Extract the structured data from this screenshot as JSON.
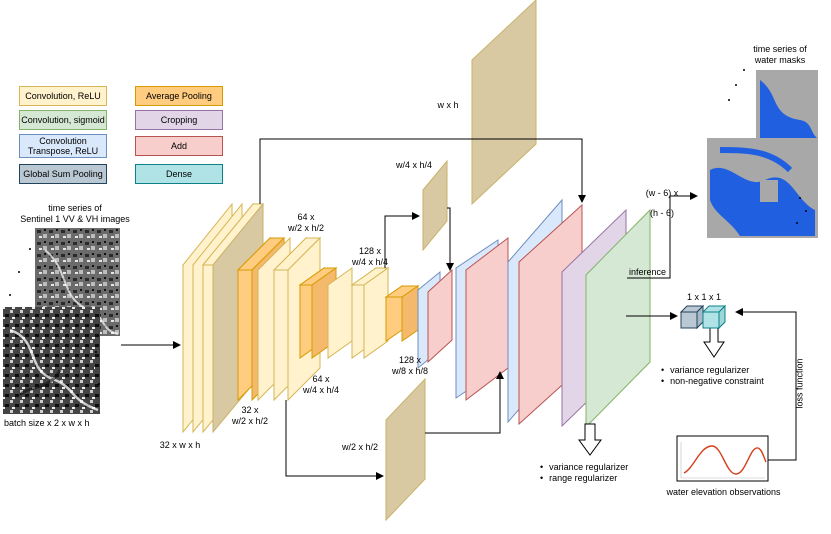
{
  "legend": {
    "conv_relu": "Convolution, ReLU",
    "conv_sigmoid": "Convolution, sigmoid",
    "conv_transpose_line1": "Convolution",
    "conv_transpose_line2": "Transpose, ReLU",
    "global_sum_pooling": "Global Sum Pooling",
    "average_pooling": "Average Pooling",
    "cropping": "Cropping",
    "add": "Add",
    "dense": "Dense"
  },
  "colors": {
    "conv_relu": "#fff2cc",
    "conv_relu_border": "#d6b656",
    "conv_sigmoid": "#d5e8d4",
    "conv_sigmoid_border": "#82b366",
    "conv_transpose": "#dae8fc",
    "conv_transpose_border": "#6c8ebf",
    "global_sum_pooling": "#bac8d3",
    "global_sum_pooling_border": "#23445d",
    "average_pooling": "#ffcc80",
    "average_pooling_border": "#d79b00",
    "cropping": "#e1d5e7",
    "cropping_border": "#9673a6",
    "add": "#f8cecc",
    "add_border": "#b85450",
    "dense": "#b0e3e6",
    "dense_border": "#0e8088",
    "skip_plane": "#d9c9a3",
    "skip_plane_border": "#c9b26a"
  },
  "input": {
    "title_line1": "time series of",
    "title_line2": "Sentinel 1 VV & VH images",
    "batch_label": "batch size x 2 x w x h"
  },
  "output": {
    "title_line1": "time series of",
    "title_line2": "water masks",
    "dim_line1": "(w - 6) x",
    "dim_line2": "(h - 6)",
    "inference_label": "inference"
  },
  "dims": {
    "d1": "32 x w x h",
    "d2_line1": "32 x",
    "d2_line2": "w/2 x h/2",
    "d3_line1": "64 x",
    "d3_line2": "w/2 x h/2",
    "d4_line1": "64 x",
    "d4_line2": "w/4 x h/4",
    "d5_line1": "128 x",
    "d5_line2": "w/4 x h/4",
    "d6_line1": "128 x",
    "d6_line2": "w/8 x h/8",
    "skip_wh": "w x h",
    "skip_w4h4": "w/4 x h/4",
    "skip_w2h2": "w/2 x h/2",
    "dense_dim": "1 x 1 x 1"
  },
  "regularizers": {
    "bottom": [
      "variance regularizer",
      "range regularizer"
    ],
    "right": [
      "variance regularizer",
      "non-negative constraint"
    ]
  },
  "loss": {
    "label": "loss function",
    "observations_label": "water elevation observations"
  }
}
